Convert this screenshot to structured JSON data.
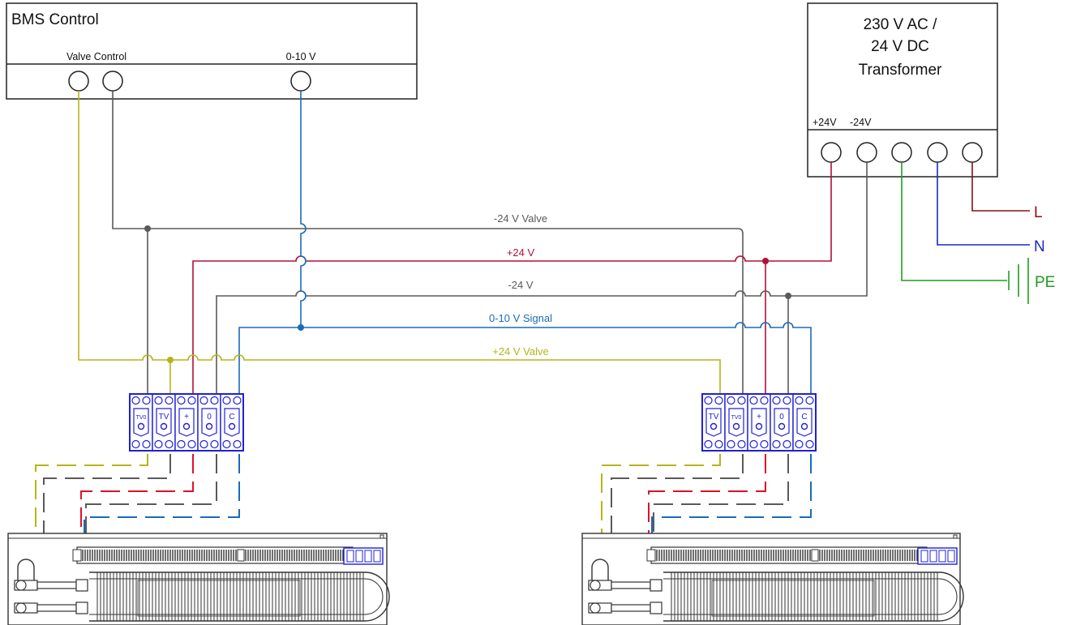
{
  "bms": {
    "title": "BMS Control",
    "valve_control_label": "Valve Control",
    "signal_label": "0-10 V"
  },
  "transformer": {
    "title_line1": "230 V AC /",
    "title_line2": "24 V DC",
    "title_line3": "Transformer",
    "plus_label": "+24V",
    "minus_label": "-24V"
  },
  "mains": {
    "l": "L",
    "n": "N",
    "pe": "PE"
  },
  "wires": {
    "minus24_valve": "-24 V Valve",
    "plus24": "+24 V",
    "minus24": "-24 V",
    "signal": "0-10 V Signal",
    "plus24_valve": "+24 V Valve"
  },
  "terminal_labels": {
    "left": [
      "TV0",
      "TV",
      "+",
      "0",
      "C"
    ],
    "right": [
      "TV",
      "TV0",
      "+",
      "0",
      "C"
    ]
  },
  "colors": {
    "yellow": "#b5b51a",
    "gray": "#5a5a5a",
    "red": "#b0103a",
    "dash_red": "#e0102a",
    "blue": "#1a6bb8",
    "green": "#1e9e1e",
    "navy": "#1a2ab8",
    "brown": "#8a1010",
    "terminal_blue": "#2020d8"
  }
}
